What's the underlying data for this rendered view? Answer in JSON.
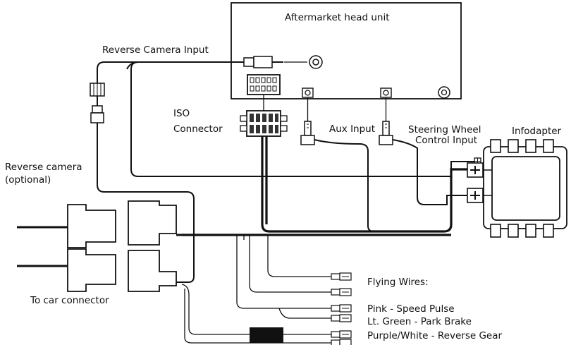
{
  "labels": {
    "head_unit": "Aftermarket head unit",
    "reverse_camera_input": "Reverse Camera Input",
    "iso_connector_line1": "ISO",
    "iso_connector_line2": "Connector",
    "aux_input": "Aux Input",
    "steering_line1": "Steering Wheel",
    "steering_line2": "Control Input",
    "infodapter": "Infodapter",
    "reverse_camera_line1": "Reverse camera",
    "reverse_camera_line2": "(optional)",
    "to_car_connector": "To car connector"
  },
  "flying_wires": {
    "title": "Flying Wires:",
    "items": [
      "Pink - Speed Pulse",
      "Lt. Green - Park Brake",
      "Purple/White - Reverse Gear"
    ]
  }
}
